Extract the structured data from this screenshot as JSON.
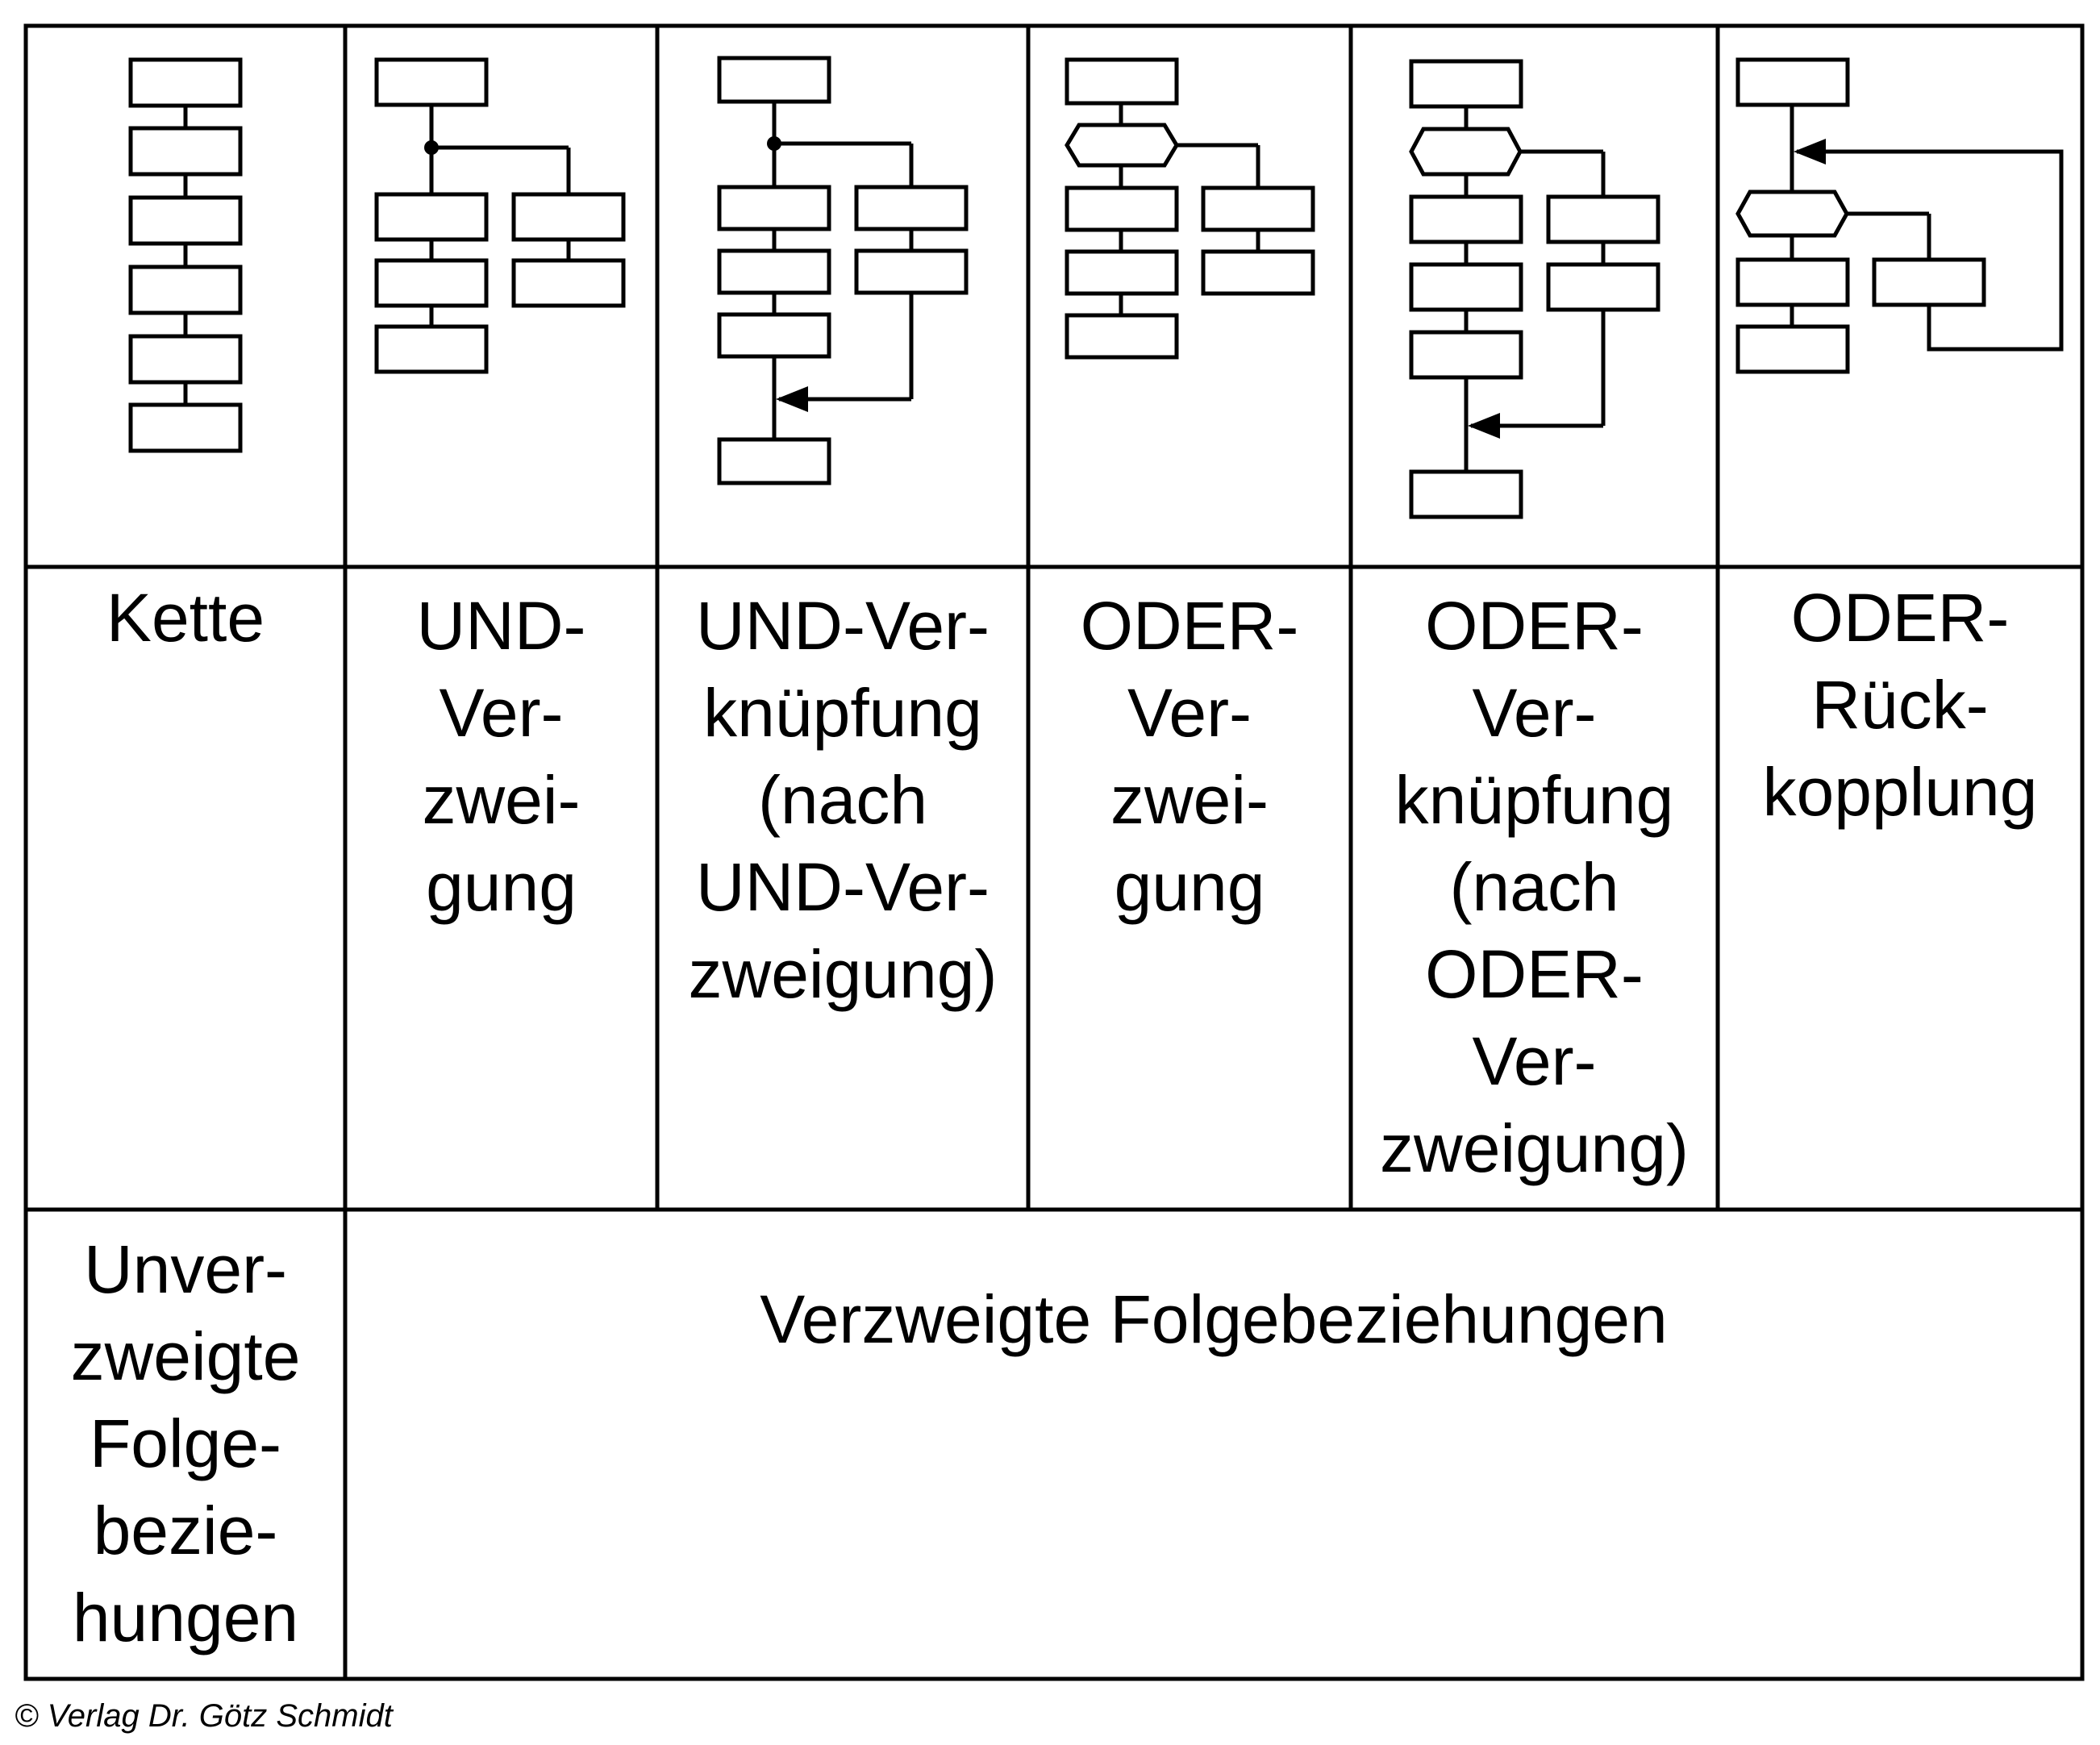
{
  "diagram": {
    "labels": [
      "Kette",
      "UND-\nVer-\nzwei-\ngung",
      "UND-Ver-\nknüpfung\n(nach\nUND-Ver-\nzweigung)",
      "ODER-\nVer-\nzwei-\ngung",
      "ODER-\nVer-\nknüpfung\n(nach\nODER-\nVer-\nzweigung)",
      "ODER-\nRück-\nkopplung"
    ],
    "group_unbranched": "Unver-\nzweigte\nFolge-\nbezie-\nhungen",
    "group_branched": "Verzweigte Folgebeziehungen"
  },
  "copyright": "© Verlag Dr. Götz Schmidt"
}
